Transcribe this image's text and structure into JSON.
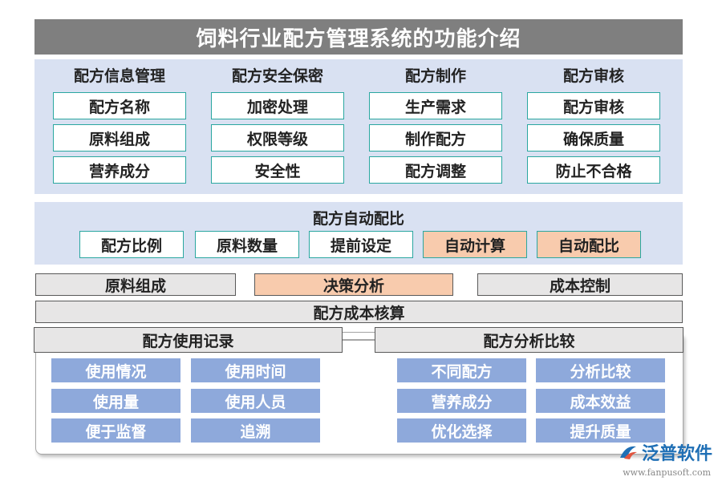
{
  "title": "饲料行业配方管理系统的功能介绍",
  "top_columns": [
    {
      "heading": "配方信息管理",
      "items": [
        "配方名称",
        "原料组成",
        "营养成分"
      ]
    },
    {
      "heading": "配方安全保密",
      "items": [
        "加密处理",
        "权限等级",
        "安全性"
      ]
    },
    {
      "heading": "配方制作",
      "items": [
        "生产需求",
        "制作配方",
        "配方调整"
      ]
    },
    {
      "heading": "配方审核",
      "items": [
        "配方审核",
        "确保质量",
        "防止不合格"
      ]
    }
  ],
  "auto": {
    "heading": "配方自动配比",
    "items": [
      "配方比例",
      "原料数量",
      "提前设定",
      "自动计算",
      "自动配比"
    ]
  },
  "bars": {
    "row1": [
      "原料组成",
      "决策分析",
      "成本控制"
    ],
    "row2": "配方成本核算"
  },
  "usage": {
    "heading": "配方使用记录",
    "items": [
      "使用情况",
      "使用时间",
      "使用量",
      "使用人员",
      "便于监督",
      "追溯"
    ]
  },
  "analysis": {
    "heading": "配方分析比较",
    "items": [
      "不同配方",
      "分析比较",
      "营养成分",
      "成本效益",
      "优化选择",
      "提升质量"
    ]
  },
  "logo": {
    "name": "泛普软件",
    "url": "www.fanpusoft.com"
  },
  "colors": {
    "accent_orange": "#f8cbad",
    "panel_blue": "#d9e1f2",
    "box_blue": "#8ea9db",
    "title_gray": "#7f7f7f"
  }
}
